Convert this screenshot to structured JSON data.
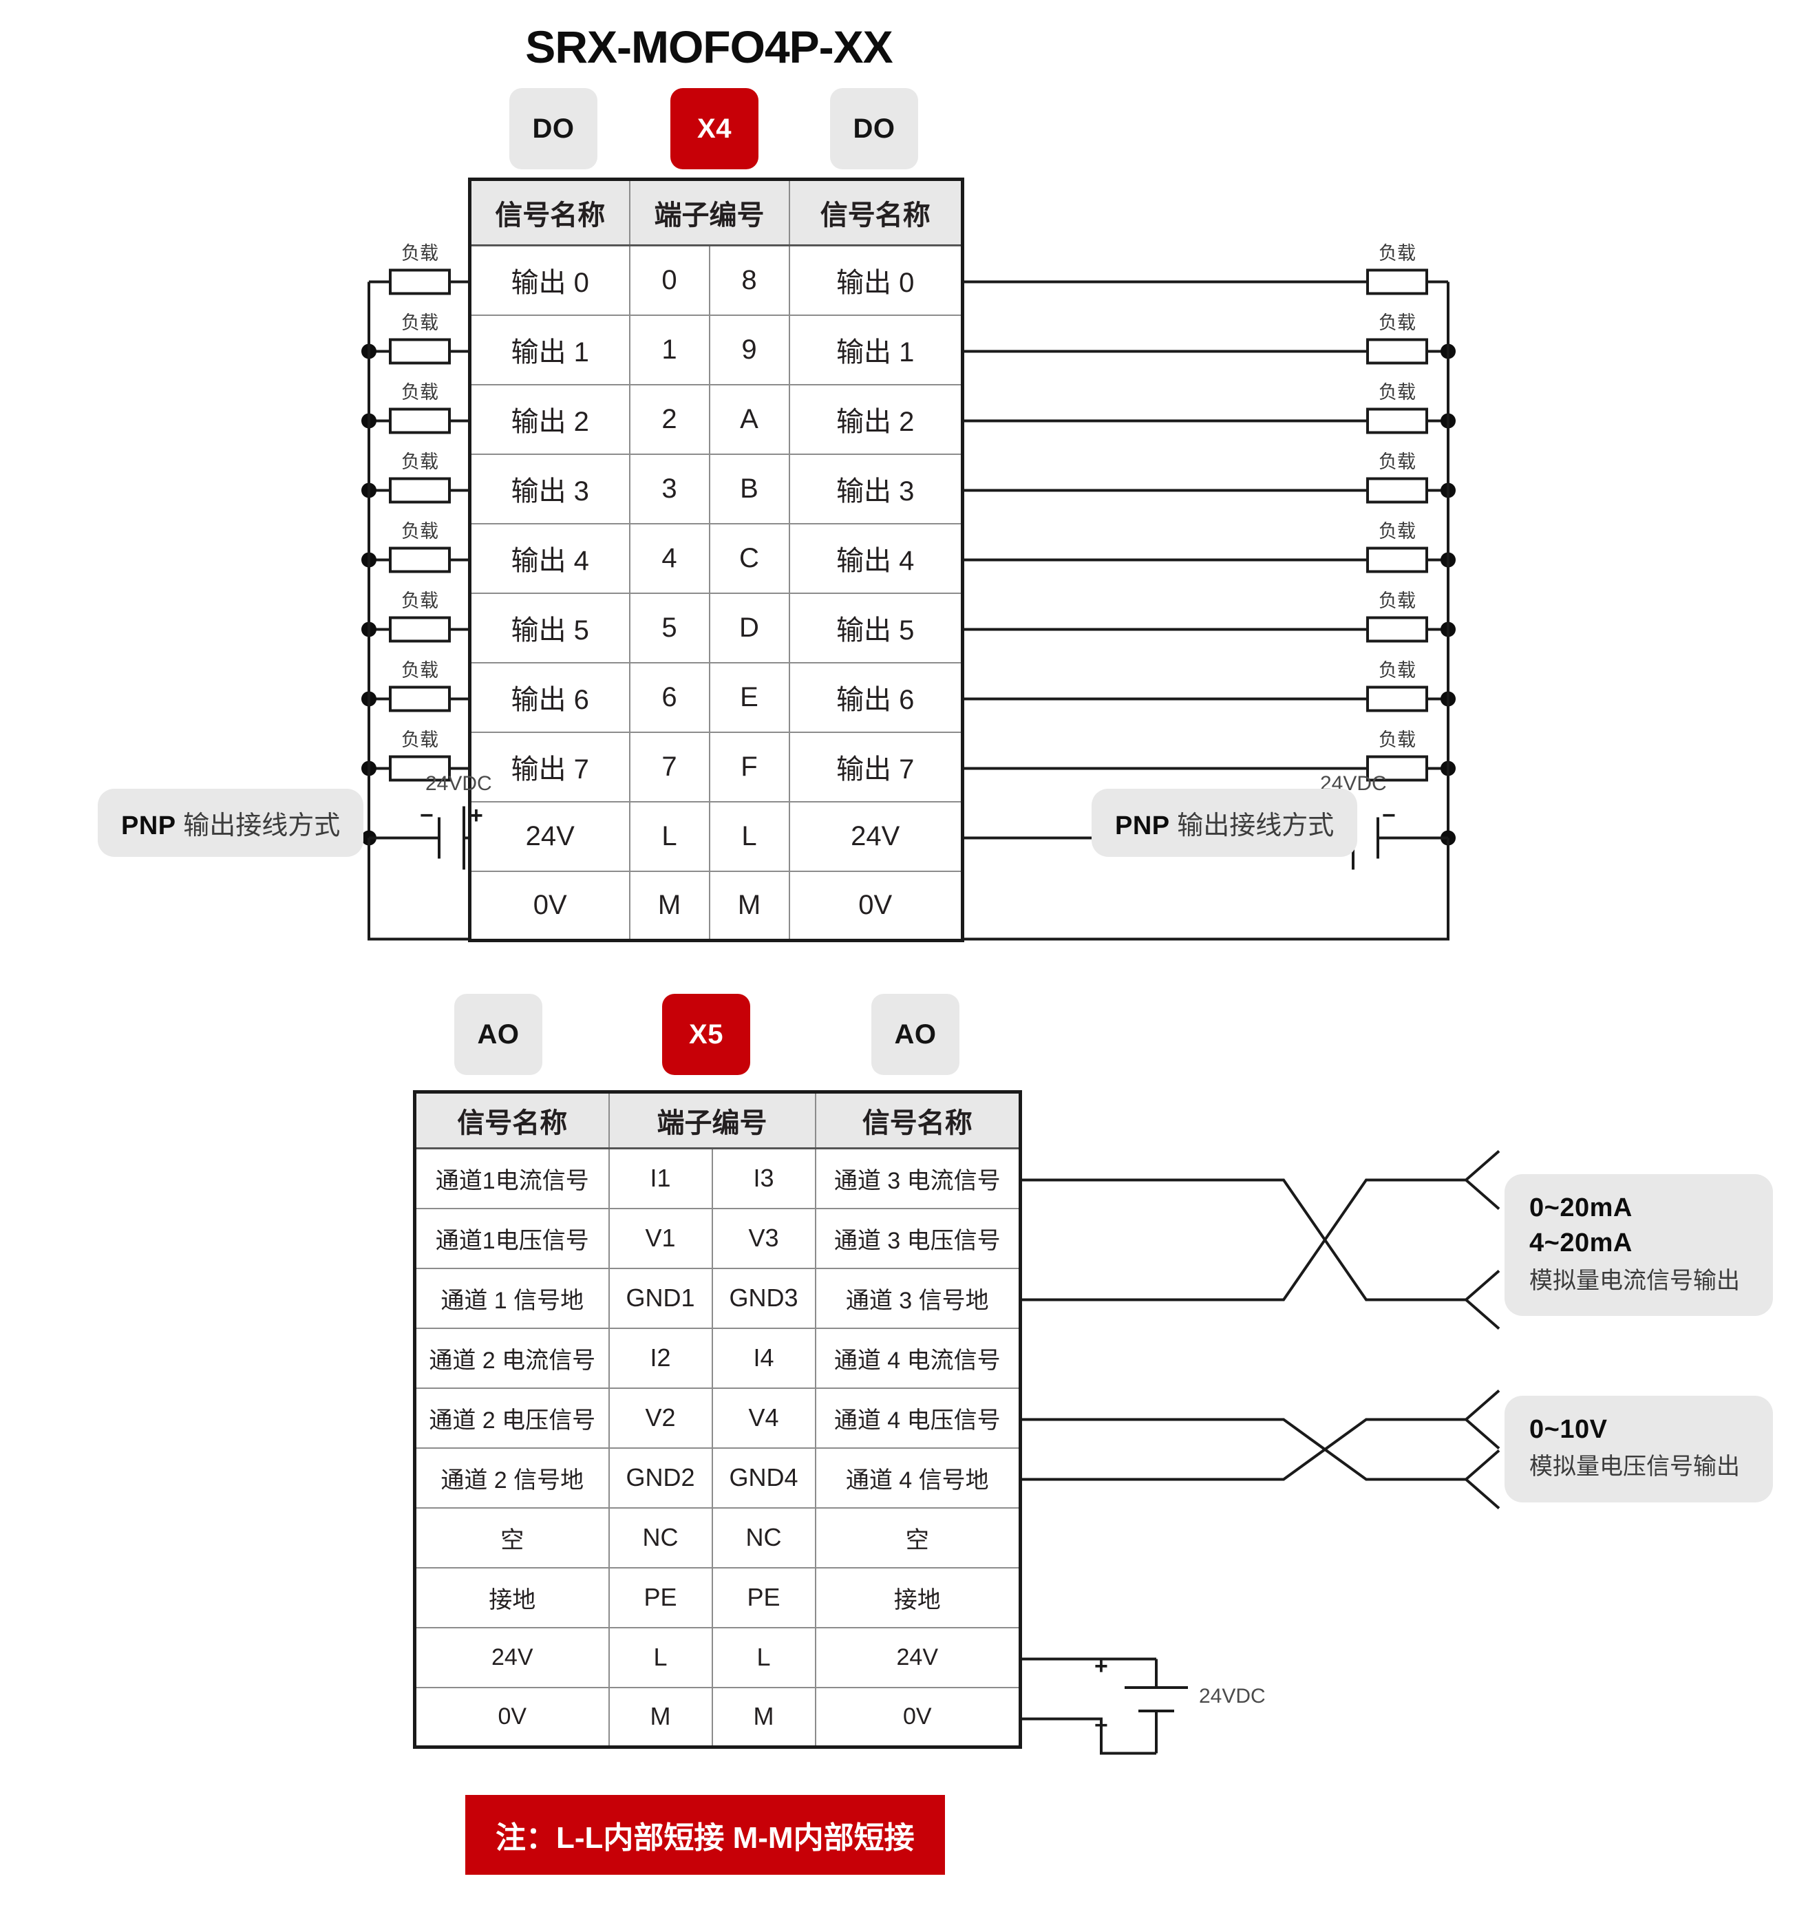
{
  "title": "SRX-MOFO4P-XX",
  "colors": {
    "accent_red": "#C70007",
    "badge_gray": "#E8E8E8",
    "line": "#1A1A1A"
  },
  "do_section": {
    "badges": {
      "left": "DO",
      "center": "X4",
      "right": "DO"
    },
    "headers": [
      "信号名称",
      "端子编号",
      "信号名称"
    ],
    "rows": [
      {
        "left_signal": "输出 0",
        "left_term": "0",
        "right_term": "8",
        "right_signal": "输出 0"
      },
      {
        "left_signal": "输出 1",
        "left_term": "1",
        "right_term": "9",
        "right_signal": "输出 1"
      },
      {
        "left_signal": "输出 2",
        "left_term": "2",
        "right_term": "A",
        "right_signal": "输出 2"
      },
      {
        "left_signal": "输出 3",
        "left_term": "3",
        "right_term": "B",
        "right_signal": "输出 3"
      },
      {
        "left_signal": "输出 4",
        "left_term": "4",
        "right_term": "C",
        "right_signal": "输出 4"
      },
      {
        "left_signal": "输出 5",
        "left_term": "5",
        "right_term": "D",
        "right_signal": "输出 5"
      },
      {
        "left_signal": "输出 6",
        "left_term": "6",
        "right_term": "E",
        "right_signal": "输出 6"
      },
      {
        "left_signal": "输出 7",
        "left_term": "7",
        "right_term": "F",
        "right_signal": "输出 7"
      },
      {
        "left_signal": "24V",
        "left_term": "L",
        "right_term": "L",
        "right_signal": "24V"
      },
      {
        "left_signal": "0V",
        "left_term": "M",
        "right_term": "M",
        "right_signal": "0V"
      }
    ],
    "load_label": "负载",
    "supply_label": "24VDC",
    "polarity_minus": "−",
    "polarity_plus": "+",
    "wiring_note_left_bold": "PNP",
    "wiring_note_left_rest": "输出接线方式",
    "wiring_note_right_bold": "PNP",
    "wiring_note_right_rest": "输出接线方式"
  },
  "ao_section": {
    "badges": {
      "left": "AO",
      "center": "X5",
      "right": "AO"
    },
    "headers": [
      "信号名称",
      "端子编号",
      "信号名称"
    ],
    "rows": [
      {
        "left_signal": "通道1电流信号",
        "left_term": "I1",
        "right_term": "I3",
        "right_signal": "通道 3 电流信号"
      },
      {
        "left_signal": "通道1电压信号",
        "left_term": "V1",
        "right_term": "V3",
        "right_signal": "通道 3 电压信号"
      },
      {
        "left_signal": "通道 1 信号地",
        "left_term": "GND1",
        "right_term": "GND3",
        "right_signal": "通道 3 信号地"
      },
      {
        "left_signal": "通道 2 电流信号",
        "left_term": "I2",
        "right_term": "I4",
        "right_signal": "通道 4 电流信号"
      },
      {
        "left_signal": "通道 2 电压信号",
        "left_term": "V2",
        "right_term": "V4",
        "right_signal": "通道 4 电压信号"
      },
      {
        "left_signal": "通道 2 信号地",
        "left_term": "GND2",
        "right_term": "GND4",
        "right_signal": "通道 4 信号地"
      },
      {
        "left_signal": "空",
        "left_term": "NC",
        "right_term": "NC",
        "right_signal": "空"
      },
      {
        "left_signal": "接地",
        "left_term": "PE",
        "right_term": "PE",
        "right_signal": "接地"
      },
      {
        "left_signal": "24V",
        "left_term": "L",
        "right_term": "L",
        "right_signal": "24V"
      },
      {
        "left_signal": "0V",
        "left_term": "M",
        "right_term": "M",
        "right_signal": "0V"
      }
    ],
    "callout_current": {
      "range1": "0~20mA",
      "range2": "4~20mA",
      "description": "模拟量电流信号输出"
    },
    "callout_voltage": {
      "range1": "0~10V",
      "description": "模拟量电压信号输出"
    },
    "supply_label": "24VDC",
    "polarity_plus": "+",
    "polarity_minus": "−"
  },
  "footer_note": "注：L-L内部短接  M-M内部短接"
}
